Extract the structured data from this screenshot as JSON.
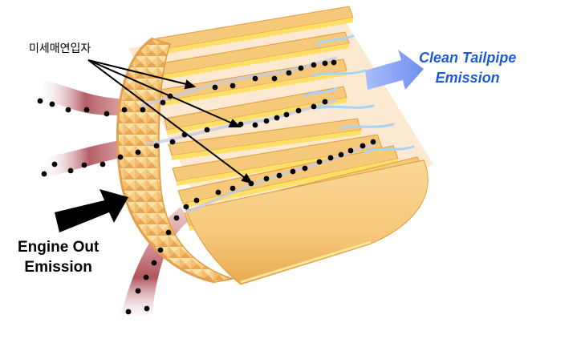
{
  "labels": {
    "particles": "미세매연입자",
    "engine_out_line1": "Engine Out",
    "engine_out_line2": "Emission",
    "clean_line1": "Clean Tailpipe",
    "clean_line2": "Emission"
  },
  "colors": {
    "filter_body": "#f6c879",
    "filter_shadow": "#e09b3d",
    "filter_highlight": "#fde59a",
    "channel_yellow": "#ffe066",
    "exhaust_flow": "#a8414a",
    "clean_flow": "#a9d3f5",
    "clean_arrow": "#7e9cf2",
    "clean_text": "#1f5bd6",
    "particle": "#000000"
  }
}
